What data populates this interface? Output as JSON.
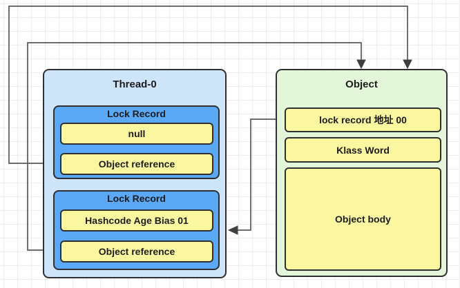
{
  "colors": {
    "canvas_bg": "#ffffff",
    "grid_line": "#ededed",
    "thread_fill": "#cde4f9",
    "lock_record_fill": "#5aa8f6",
    "row_fill": "#fbf7a1",
    "object_fill": "#e4f6da",
    "box_border": "#2f2f2f",
    "text": "#1c1c1c",
    "connector": "#575757"
  },
  "thread": {
    "title": "Thread-0",
    "records": [
      {
        "label": "Lock Record",
        "rows": [
          "null",
          "Object reference"
        ]
      },
      {
        "label": "Lock Record",
        "rows": [
          "Hashcode Age Bias 01",
          "Object reference"
        ]
      }
    ]
  },
  "object": {
    "title": "Object",
    "rows": [
      "lock record 地址 00",
      "Klass Word",
      "Object body"
    ]
  },
  "connectors": [
    {
      "from": "lock-record-1-object-reference",
      "to": "object-box-top"
    },
    {
      "from": "lock-record-2-object-reference",
      "to": "object-box-top"
    },
    {
      "from": "object-lock-record-address-row",
      "to": "lock-record-2"
    }
  ]
}
